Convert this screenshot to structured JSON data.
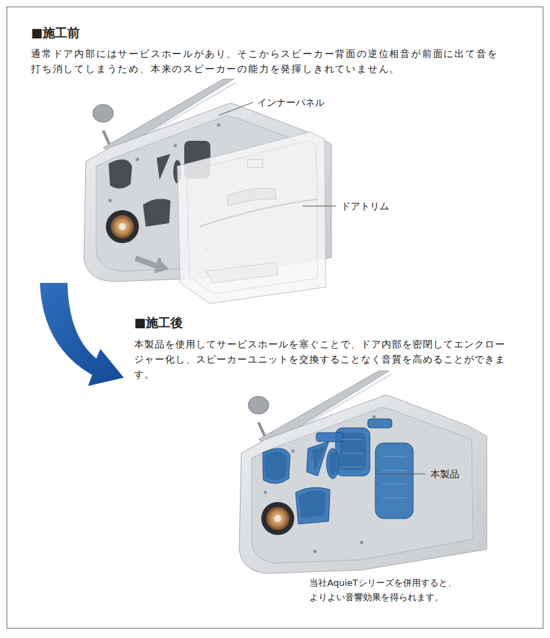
{
  "diagram": {
    "labels": [
      "■施工前",
      "通常ドア内部にはサービスホールがあり、そこからスピーカー背面の逆位相音が前面に出て音を打ち消してしまうため、本来のスピーカーの能力を発揮しきれていません。",
      "インナーパネル",
      "ドアトリム",
      "■施工後",
      "本製品を使用してサービスホールを塞ぐことで、ドア内部を密閉してエンクロージャー化し、スピーカーユニットを交換することなく音質を高めることができます。",
      "本製品",
      "当社AquieTシリーズを併用すると、よりよい音響効果を得られます。"
    ]
  }
}
